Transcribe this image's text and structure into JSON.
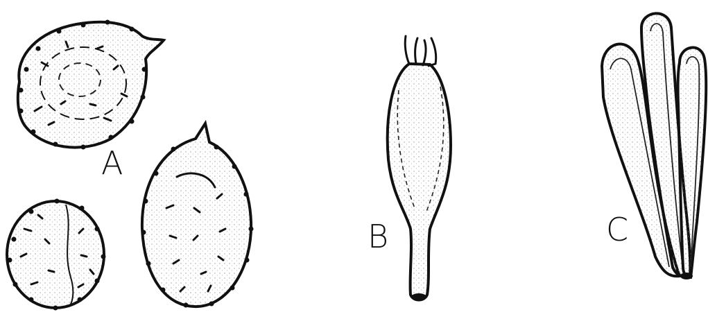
{
  "figure": {
    "labels": {
      "a": "A",
      "b": "B",
      "c": "C"
    },
    "colors": {
      "ink": "#111111",
      "paper": "#ffffff",
      "stipple": "#555555"
    }
  }
}
